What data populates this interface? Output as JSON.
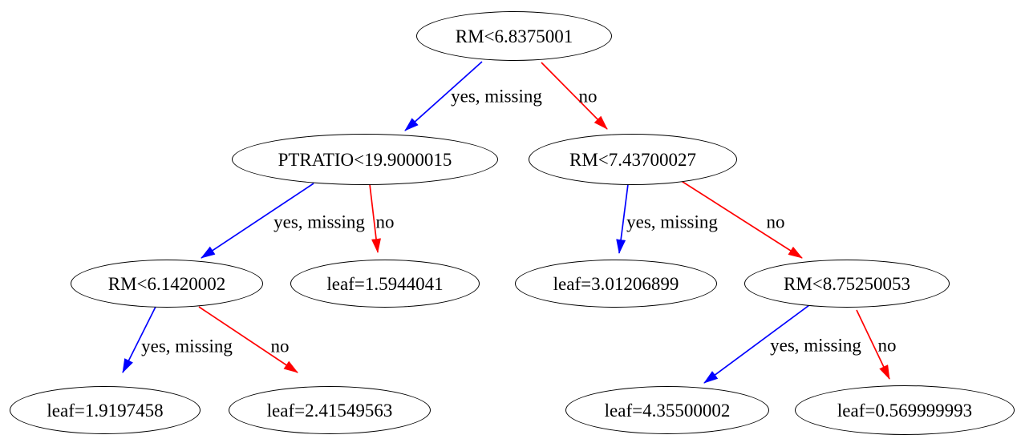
{
  "diagram": {
    "kind": "decision-tree",
    "colors": {
      "yes_edge": "#0000ff",
      "no_edge": "#ff0000",
      "node_border": "#000000",
      "node_fill": "#ffffff",
      "text": "#000000"
    },
    "nodes": [
      {
        "id": "root",
        "label": "RM<6.8375001"
      },
      {
        "id": "split1",
        "label": "PTRATIO<19.9000015"
      },
      {
        "id": "split2",
        "label": "RM<7.43700027"
      },
      {
        "id": "split3",
        "label": "RM<6.1420002"
      },
      {
        "id": "leaf1",
        "label": "leaf=1.5944041"
      },
      {
        "id": "leaf2",
        "label": "leaf=3.01206899"
      },
      {
        "id": "split4",
        "label": "RM<8.75250053"
      },
      {
        "id": "leaf3",
        "label": "leaf=1.9197458"
      },
      {
        "id": "leaf4",
        "label": "leaf=2.41549563"
      },
      {
        "id": "leaf5",
        "label": "leaf=4.35500002"
      },
      {
        "id": "leaf6",
        "label": "leaf=0.569999993"
      }
    ],
    "edges": [
      {
        "from": "RM<6.8375001",
        "to": "PTRATIO<19.9000015",
        "label": "yes, missing",
        "color": "#0000ff"
      },
      {
        "from": "RM<6.8375001",
        "to": "RM<7.43700027",
        "label": "no",
        "color": "#ff0000"
      },
      {
        "from": "PTRATIO<19.9000015",
        "to": "RM<6.1420002",
        "label": "yes, missing",
        "color": "#0000ff"
      },
      {
        "from": "PTRATIO<19.9000015",
        "to": "leaf=1.5944041",
        "label": "no",
        "color": "#ff0000"
      },
      {
        "from": "RM<7.43700027",
        "to": "leaf=3.01206899",
        "label": "yes, missing",
        "color": "#0000ff"
      },
      {
        "from": "RM<7.43700027",
        "to": "RM<8.75250053",
        "label": "no",
        "color": "#ff0000"
      },
      {
        "from": "RM<6.1420002",
        "to": "leaf=1.9197458",
        "label": "yes, missing",
        "color": "#0000ff"
      },
      {
        "from": "RM<6.1420002",
        "to": "leaf=2.41549563",
        "label": "no",
        "color": "#ff0000"
      },
      {
        "from": "RM<8.75250053",
        "to": "leaf=4.35500002",
        "label": "yes, missing",
        "color": "#0000ff"
      },
      {
        "from": "RM<8.75250053",
        "to": "leaf=0.569999993",
        "label": "no",
        "color": "#ff0000"
      }
    ]
  }
}
